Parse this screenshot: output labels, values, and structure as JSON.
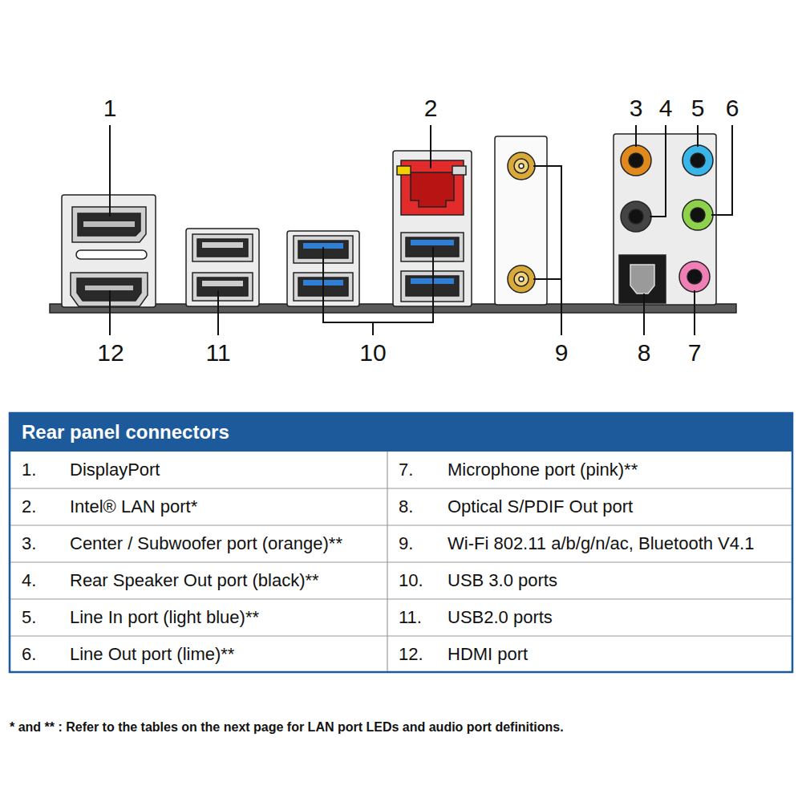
{
  "diagram": {
    "title": "Rear panel connectors",
    "labels": [
      "1",
      "2",
      "3",
      "4",
      "5",
      "6",
      "12",
      "11",
      "10",
      "9",
      "8",
      "7",
      "1.",
      "DisplayPort",
      "7.",
      "Microphone port (pink)**",
      "2.",
      "Intel® LAN port*",
      "8.",
      "Optical S/PDIF Out port",
      "3.",
      "Center / Subwoofer port (orange)**",
      "9.",
      "Wi-Fi 802.11 a/b/g/n/ac, Bluetooth V4.1",
      "4.",
      "Rear Speaker Out port (black)**",
      "10.",
      "USB 3.0 ports",
      "5.",
      "Line In port (light blue)**",
      "11.",
      "USB2.0 ports",
      "6.",
      "Line Out port (lime)**",
      "12.",
      "HDMI port",
      "* and ** : Refer to the tables on the next page for LAN port LEDs and audio port definitions."
    ]
  }
}
